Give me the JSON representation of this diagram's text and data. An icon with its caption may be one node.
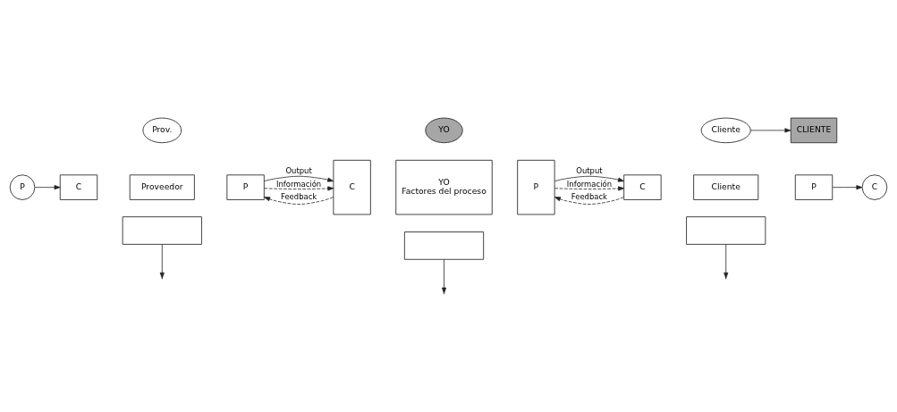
{
  "diagram": {
    "nodes": [
      {
        "text": [],
        "shape": "box"
      },
      {
        "text": [],
        "shape": "box"
      },
      {
        "text": [],
        "shape": "box"
      },
      {
        "text": [
          "P"
        ]
      },
      {
        "text": [
          "C"
        ]
      },
      {
        "text": [
          "Proveedor"
        ]
      },
      {
        "text": [
          "P"
        ]
      },
      {
        "text": [
          "C"
        ]
      },
      {
        "text": [
          "YO",
          "Factores del proceso"
        ]
      },
      {
        "text": [
          "P"
        ]
      },
      {
        "text": [
          "C"
        ]
      },
      {
        "text": [
          "Cliente"
        ]
      },
      {
        "text": [
          "P"
        ]
      },
      {
        "text": [
          "C"
        ]
      },
      {
        "text": [
          "Prov."
        ]
      },
      {
        "text": [
          "YO"
        ]
      },
      {
        "text": [
          "Cliente"
        ]
      },
      {
        "text": [
          "CLIENTE"
        ]
      }
    ],
    "edges": [
      {
        "from": 0,
        "to": null,
        "arrow": "to"
      },
      {
        "from": 1,
        "to": null,
        "arrow": "to"
      },
      {
        "from": 2,
        "to": null,
        "arrow": "to"
      },
      {
        "from": 3,
        "to": 4,
        "arrow": "to"
      },
      {
        "from": 6,
        "to": 7,
        "arrow": "to",
        "label": "Output"
      },
      {
        "from": 6,
        "to": 7,
        "arrow": "to",
        "label": "Información",
        "style": "dashed"
      },
      {
        "from": 7,
        "to": 6,
        "arrow": "to",
        "label": "Feedback",
        "style": "dashed"
      },
      {
        "from": 9,
        "to": 10,
        "arrow": "to",
        "label": "Output"
      },
      {
        "from": 9,
        "to": 10,
        "arrow": "to",
        "label": "Información",
        "style": "dashed"
      },
      {
        "from": 10,
        "to": 9,
        "arrow": "to",
        "label": "Feedback",
        "style": "dashed"
      },
      {
        "from": 12,
        "to": 13,
        "arrow": "to"
      },
      {
        "from": 16,
        "to": 17,
        "arrow": "to"
      }
    ]
  }
}
